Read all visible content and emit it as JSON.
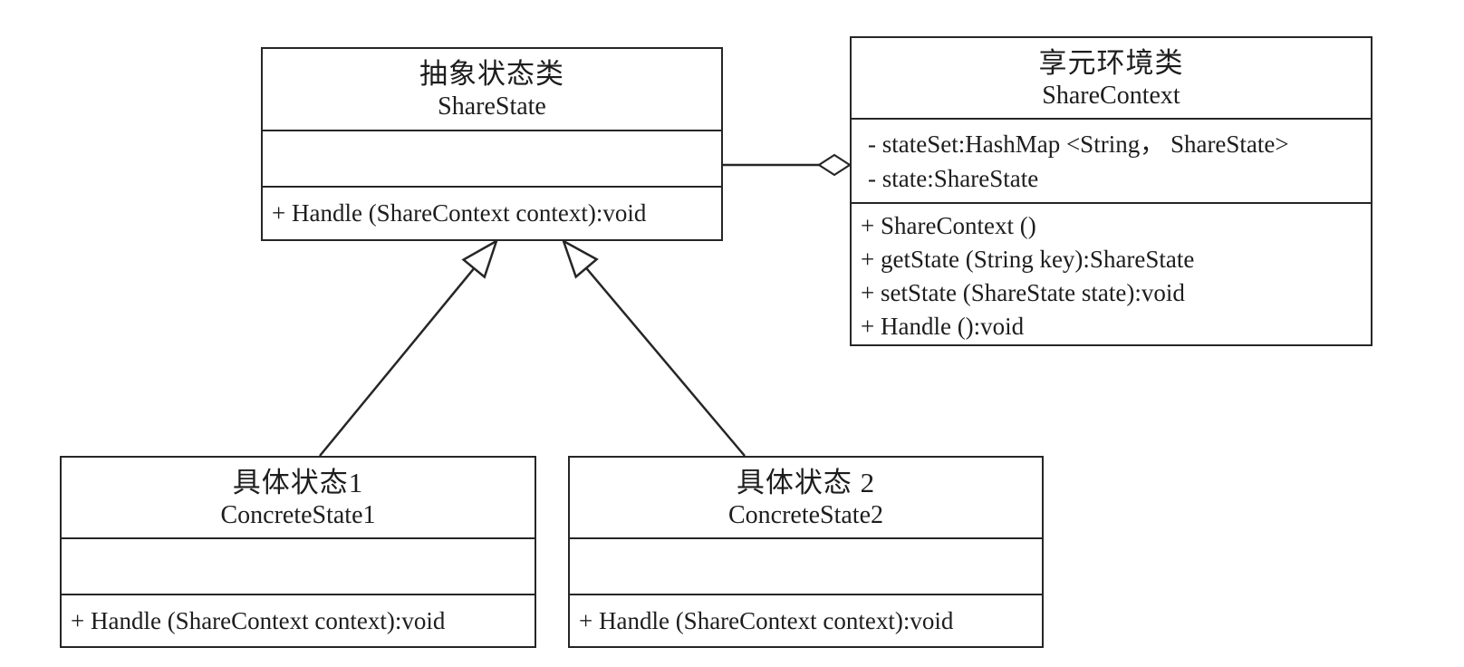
{
  "diagram": {
    "type": "uml-class-diagram",
    "background": "#ffffff",
    "line_color": "#262626",
    "classes": [
      {
        "id": "share-state",
        "name_cn": "抽象状态类",
        "name_en": "ShareState",
        "attributes": [],
        "methods": [
          "+ Handle (ShareContext context):void"
        ]
      },
      {
        "id": "share-context",
        "name_cn": "享元环境类",
        "name_en": "ShareContext",
        "attributes": [
          "- stateSet:HashMap <String， ShareState>",
          "- state:ShareState"
        ],
        "methods": [
          "+ ShareContext ()",
          "+ getState (String key):ShareState",
          "+ setState (ShareState state):void",
          "+ Handle ():void"
        ]
      },
      {
        "id": "concrete-state-1",
        "name_cn": "具体状态1",
        "name_en": "ConcreteState1",
        "attributes": [],
        "methods": [
          "+ Handle (ShareContext context):void"
        ]
      },
      {
        "id": "concrete-state-2",
        "name_cn": "具体状态 2",
        "name_en": "ConcreteState2",
        "attributes": [],
        "methods": [
          "+ Handle (ShareContext context):void"
        ]
      }
    ],
    "relationships": [
      {
        "type": "aggregation",
        "from": "ShareState",
        "to": "ShareContext",
        "marker": "hollow-diamond"
      },
      {
        "type": "generalization",
        "from": "ConcreteState1",
        "to": "ShareState",
        "marker": "hollow-triangle"
      },
      {
        "type": "generalization",
        "from": "ConcreteState2",
        "to": "ShareState",
        "marker": "hollow-triangle"
      }
    ]
  }
}
